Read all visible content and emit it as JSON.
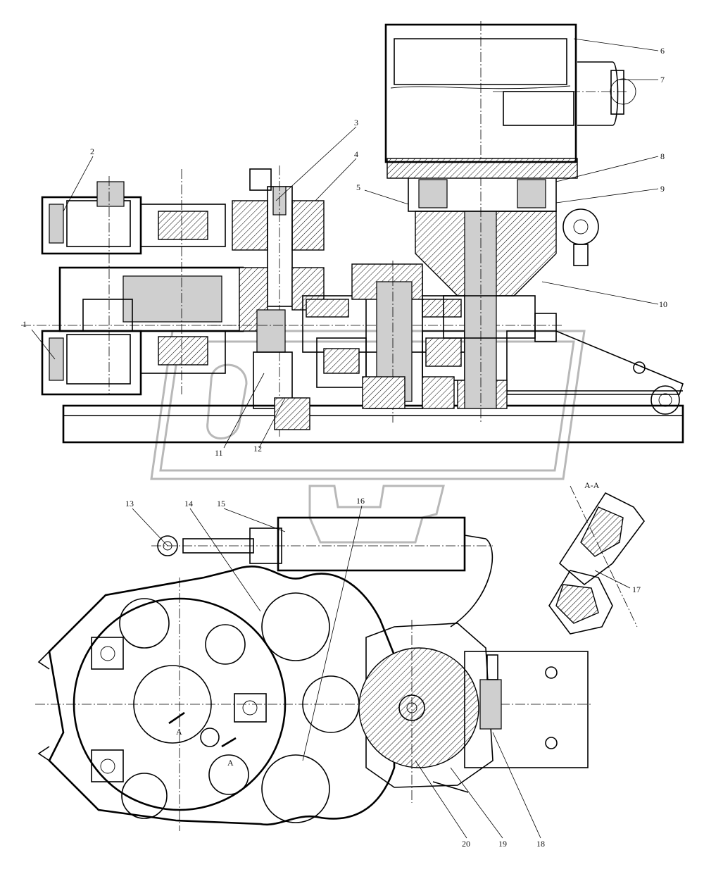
{
  "section_label": "А-А",
  "section_marks": [
    "А",
    "А"
  ],
  "callouts": [
    "1",
    "2",
    "3",
    "4",
    "5",
    "6",
    "7",
    "8",
    "9",
    "10",
    "11",
    "12",
    "13",
    "14",
    "15",
    "16",
    "17",
    "18",
    "19",
    "20"
  ],
  "colors": {
    "line": "#000000",
    "background": "#ffffff",
    "watermark": "#b8b8b8"
  }
}
